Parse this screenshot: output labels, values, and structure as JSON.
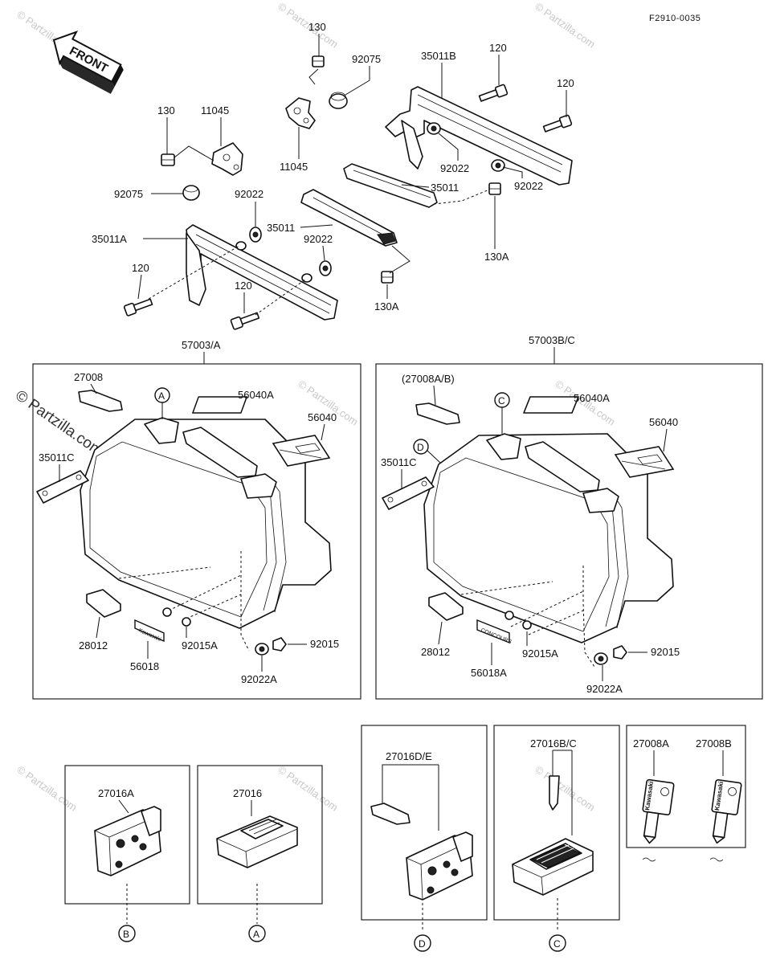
{
  "diagram": {
    "ref_code": "F2910-0035",
    "front_label": "FRONT",
    "watermark": "© Partzilla.com",
    "labels": {
      "p130_top": "130",
      "p92075_top": "92075",
      "p35011B": "35011B",
      "p120_top_a": "120",
      "p120_top_b": "120",
      "p130_left": "130",
      "p11045_left": "11045",
      "p11045_mid": "11045",
      "p92022_r1": "92022",
      "p92022_r2": "92022",
      "p35011_r": "35011",
      "p92075_left": "92075",
      "p92022_l1": "92022",
      "p35011_l": "35011",
      "p35011A": "35011A",
      "p92022_l2": "92022",
      "p130A_r": "130A",
      "p120_bot_a": "120",
      "p120_bot_b": "120",
      "p130A_b": "130A",
      "p57003A": "57003/A",
      "p57003BC": "57003B/C",
      "l27008": "27008",
      "l56040A": "56040A",
      "l56040": "56040",
      "l35011C": "35011C",
      "l28012": "28012",
      "l92015A": "92015A",
      "l92015": "92015",
      "l56018": "56018",
      "l92022A": "92022A",
      "r27008AB": "(27008A/B)",
      "r56040A": "56040A",
      "r56040": "56040",
      "r35011C": "35011C",
      "r28012": "28012",
      "r92015A": "92015A",
      "r92015": "92015",
      "r56018A": "56018A",
      "r92022A": "92022A",
      "b27016A": "27016A",
      "b27016": "27016",
      "b27016DE": "27016D/E",
      "b27016BC": "27016B/C",
      "b27008A": "27008A",
      "b27008B": "27008B"
    },
    "callouts": {
      "A": "A",
      "B": "B",
      "C": "C",
      "D": "D"
    },
    "decals": {
      "kawasaki": "Kawasaki",
      "concours": "CONCOURS"
    }
  }
}
